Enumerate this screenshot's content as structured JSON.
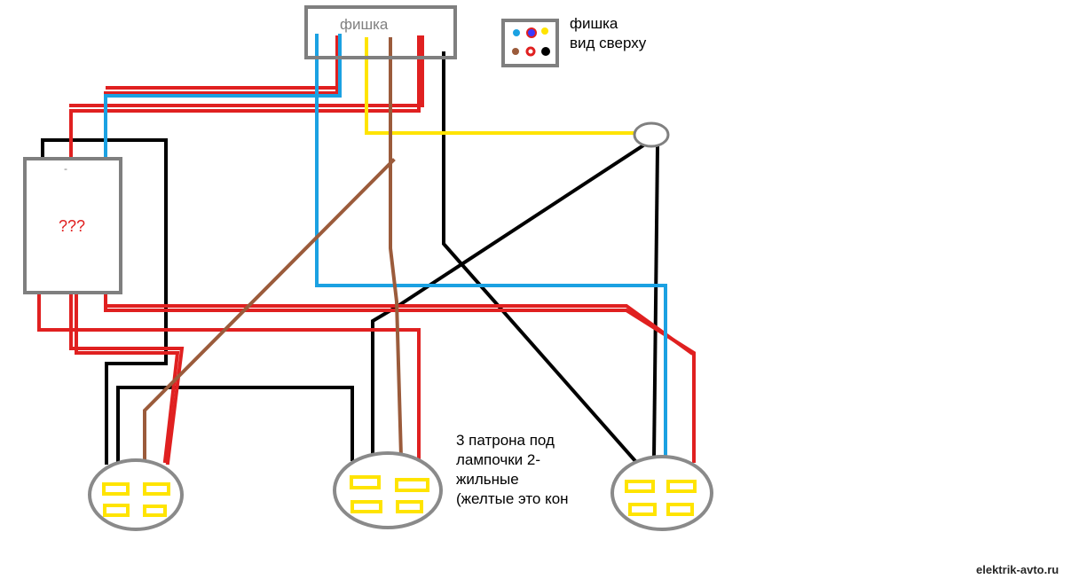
{
  "connector": {
    "label": "фишка"
  },
  "connector_top_view": {
    "title_line1": "фишка",
    "title_line2": "вид сверху",
    "pin_colors": {
      "top": [
        "#1ba1e2",
        "#3a3aff",
        "#ffe400"
      ],
      "bottom": [
        "#9b5b3b",
        "#e02020",
        "#000000"
      ]
    }
  },
  "unknown_box": {
    "label": "???",
    "mark": "-"
  },
  "note": {
    "lines": [
      "3 патрона под",
      "лампочки 2-",
      "жильные",
      "(желтые это кон"
    ]
  },
  "watermark": "elektrik-avto.ru",
  "colors": {
    "red": "#e02020",
    "black": "#000000",
    "blue": "#1ba1e2",
    "yellow": "#ffe400",
    "brown": "#9b5b3b",
    "box_border": "#7f7f7f",
    "socket_border": "#8a8a8a"
  }
}
